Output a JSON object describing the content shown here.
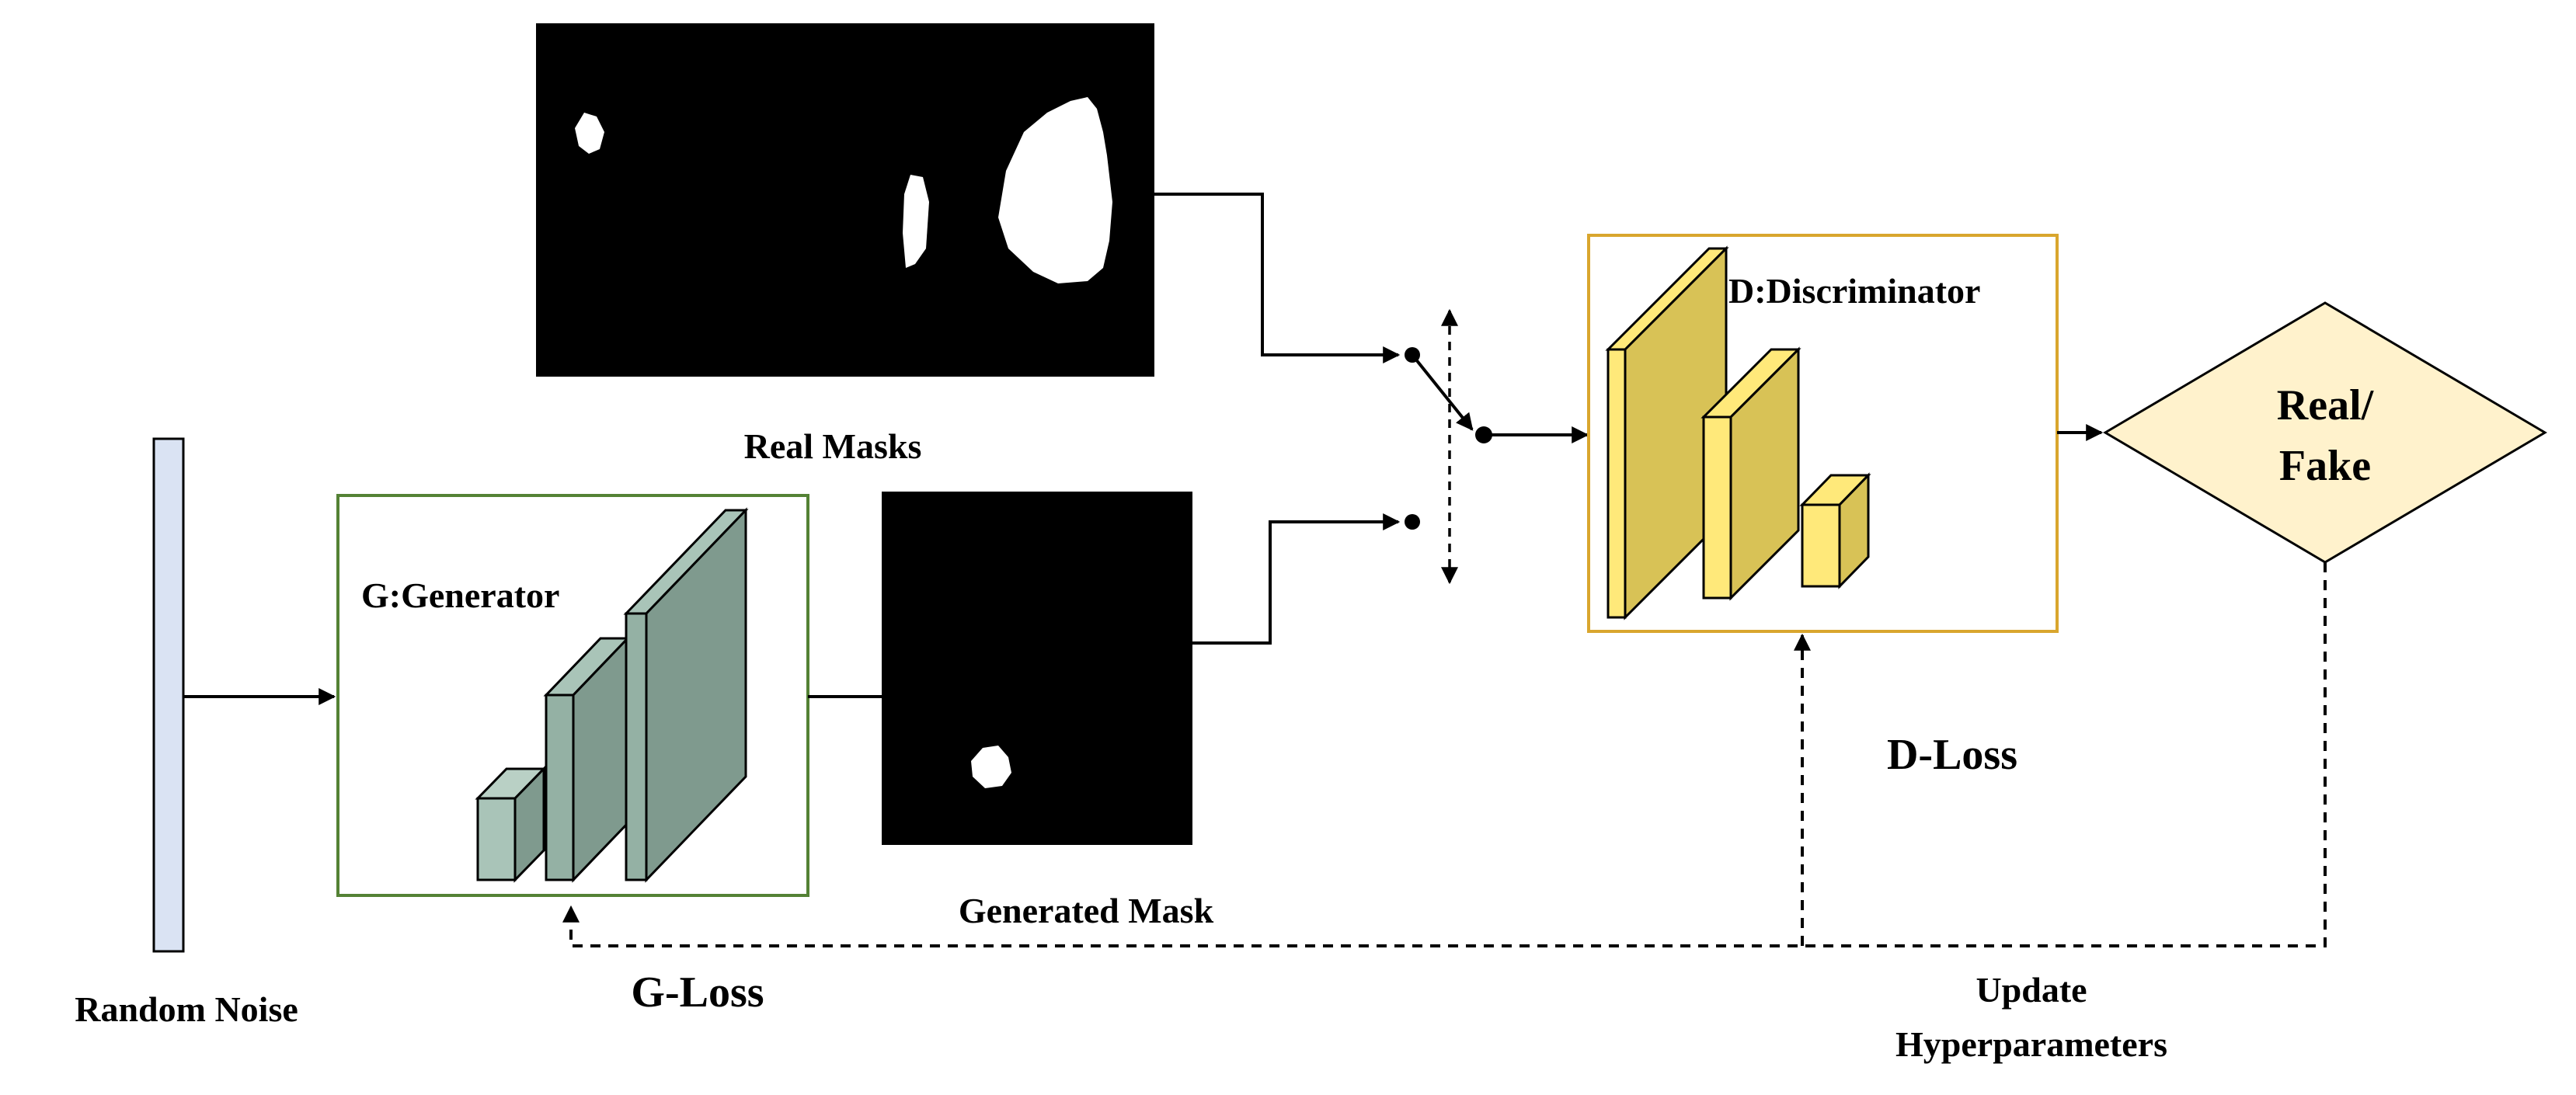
{
  "labels": {
    "real_masks": "Real Masks",
    "generated_mask": "Generated Mask",
    "random_noise": "Random Noise",
    "generator": "G:Generator",
    "discriminator": "D:Discriminator",
    "decision_line1": "Real/",
    "decision_line2": "Fake",
    "d_loss": "D-Loss",
    "g_loss": "G-Loss",
    "update_line1": "Update",
    "update_line2": "Hyperparameters"
  },
  "colors": {
    "noise_fill": "#dae3f3",
    "generator_border": "#548235",
    "generator_layer_light": "#a9c4b8",
    "generator_layer_dark": "#7f9a8e",
    "discriminator_border": "#d9a62e",
    "discriminator_layer_light": "#ffe97a",
    "discriminator_layer_dark": "#d8c256",
    "decision_fill": "#fff2cc",
    "mask_background": "#000000",
    "mask_blob": "#ffffff"
  }
}
